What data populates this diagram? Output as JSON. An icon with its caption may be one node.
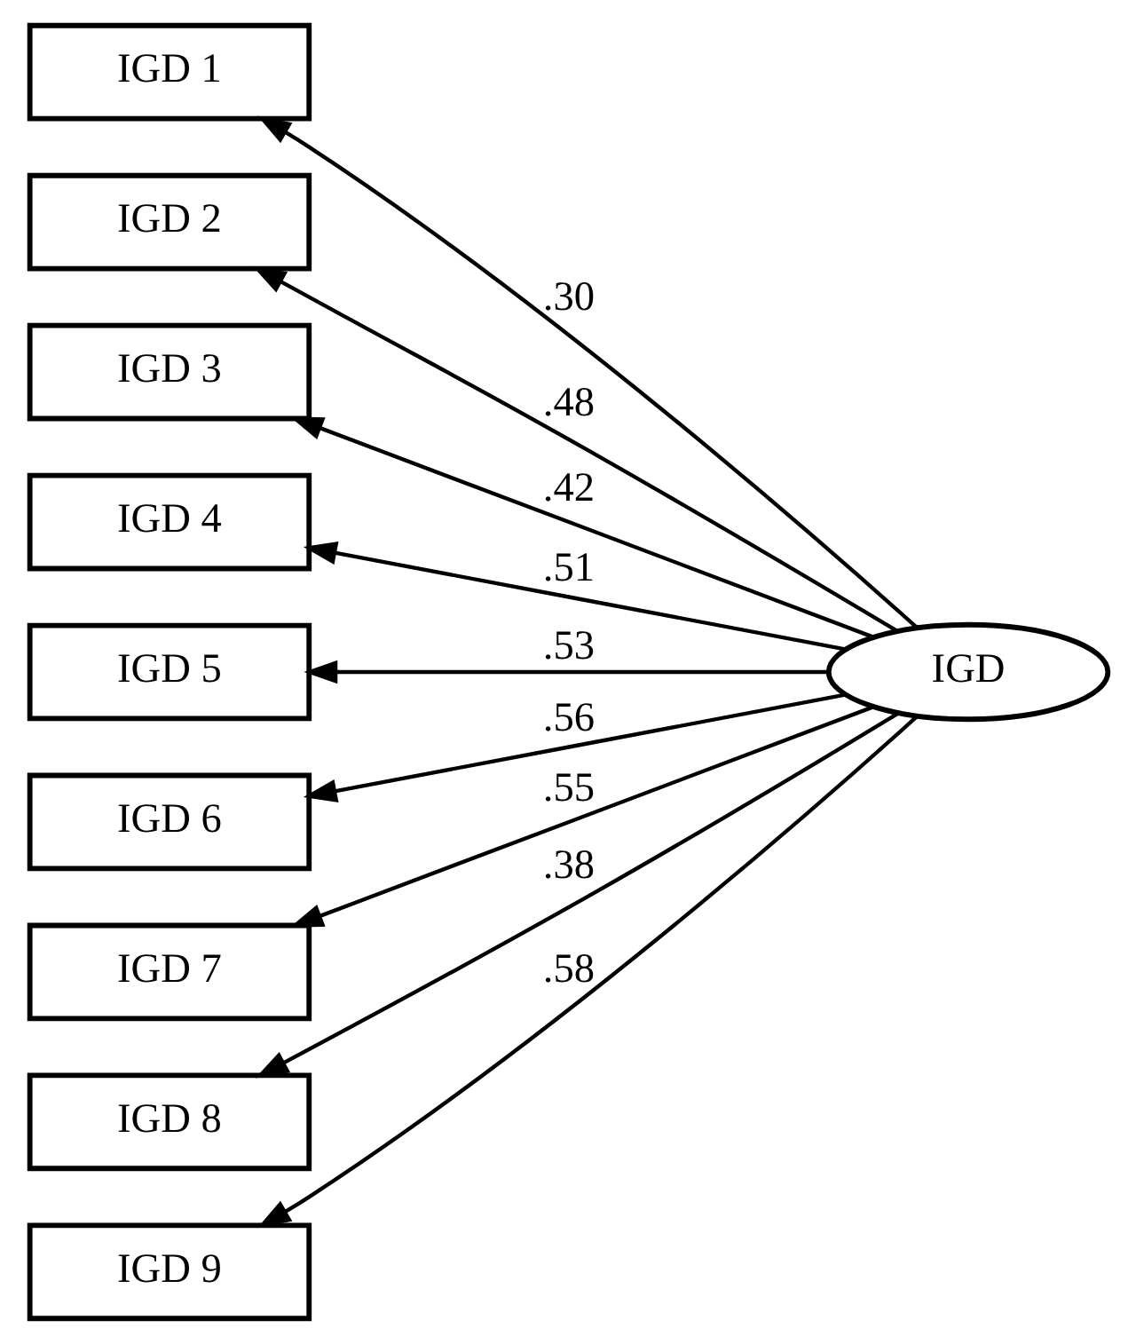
{
  "diagram": {
    "nodes": [
      {
        "text": [
          "IGD 1"
        ]
      },
      {
        "text": [
          "IGD 2"
        ]
      },
      {
        "text": [
          "IGD 3"
        ]
      },
      {
        "text": [
          "IGD 4"
        ]
      },
      {
        "text": [
          "IGD 5"
        ]
      },
      {
        "text": [
          "IGD 6"
        ]
      },
      {
        "text": [
          "IGD 7"
        ]
      },
      {
        "text": [
          "IGD 8"
        ]
      },
      {
        "text": [
          "IGD 9"
        ]
      },
      {
        "text": [
          "IGD"
        ]
      }
    ],
    "edges": [
      {
        "from": 9,
        "to": 0,
        "arrow": "to",
        "label": ".30"
      },
      {
        "from": 9,
        "to": 1,
        "arrow": "to",
        "label": ".48"
      },
      {
        "from": 9,
        "to": 2,
        "arrow": "to",
        "label": ".42"
      },
      {
        "from": 9,
        "to": 3,
        "arrow": "to",
        "label": ".51"
      },
      {
        "from": 9,
        "to": 4,
        "arrow": "to",
        "label": ".53"
      },
      {
        "from": 9,
        "to": 5,
        "arrow": "to",
        "label": ".56"
      },
      {
        "from": 9,
        "to": 6,
        "arrow": "to",
        "label": ".55"
      },
      {
        "from": 9,
        "to": 7,
        "arrow": "to",
        "label": ".38"
      },
      {
        "from": 9,
        "to": 8,
        "arrow": "to",
        "label": ".58"
      }
    ]
  }
}
